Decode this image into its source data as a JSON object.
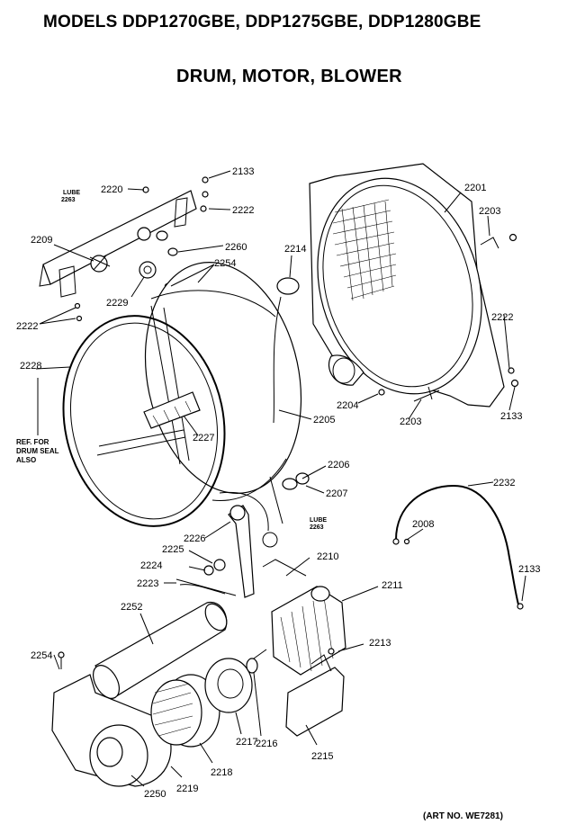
{
  "header": {
    "models": "MODELS DDP1270GBE, DDP1275GBE, DDP1280GBE",
    "section": "DRUM, MOTOR, BLOWER"
  },
  "footer": {
    "art_no": "(ART NO. WE7281)"
  },
  "notes": {
    "lube_top_1": "LUBE",
    "lube_top_2": "2263",
    "lube_mid_1": "LUBE",
    "lube_mid_2": "2263",
    "ref_1": "REF. FOR",
    "ref_2": "DRUM SEAL",
    "ref_3": "ALSO"
  },
  "labels": {
    "p2220": "2220",
    "p2133a": "2133",
    "p2222a": "2222",
    "p2209": "2209",
    "p2260": "2260",
    "p2254a": "2254",
    "p2229": "2229",
    "p2222b": "2222",
    "p2214": "2214",
    "p2201": "2201",
    "p2203a": "2203",
    "p2222c": "2222",
    "p2228": "2228",
    "p2227": "2227",
    "p2205": "2205",
    "p2204": "2204",
    "p2203b": "2203",
    "p2133b": "2133",
    "p2206": "2206",
    "p2207": "2207",
    "p2232": "2232",
    "p2226": "2226",
    "p2008": "2008",
    "p2225": "2225",
    "p2210": "2210",
    "p2224": "2224",
    "p2223": "2223",
    "p2211": "2211",
    "p2133c": "2133",
    "p2252": "2252",
    "p2213": "2213",
    "p2254b": "2254",
    "p2217": "2217",
    "p2216": "2216",
    "p2215": "2215",
    "p2218": "2218",
    "p2219": "2219",
    "p2250": "2250"
  }
}
